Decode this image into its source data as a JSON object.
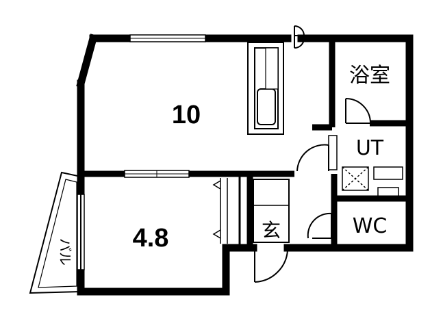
{
  "rooms": {
    "main_room": {
      "size_label": "10"
    },
    "second_room": {
      "size_label": "4.8"
    },
    "bath": {
      "label": "浴室"
    },
    "utility": {
      "label": "UT"
    },
    "toilet": {
      "label": "WC"
    },
    "entrance": {
      "label": "玄"
    },
    "balcony": {
      "label": "バル"
    }
  },
  "colors": {
    "wall": "#000000",
    "background": "#ffffff",
    "line": "#000000"
  }
}
